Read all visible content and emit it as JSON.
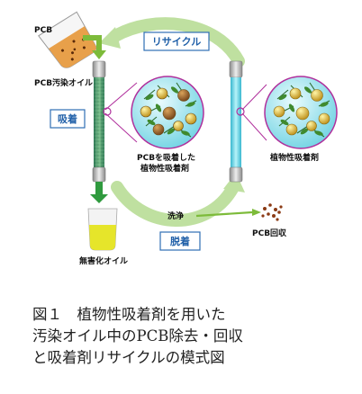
{
  "labels": {
    "pcb": "PCB",
    "contaminated_oil": "PCB汚染オイル",
    "recycle": "リサイクル",
    "adsorption": "吸着",
    "adsorbed_agent": [
      "PCBを吸着した",
      "植物性吸着剤"
    ],
    "plant_agent": "植物性吸着剤",
    "wash": "洗浄",
    "desorption": "脱着",
    "detoxified_oil": "無害化オイル",
    "pcb_recovery": "PCB回収"
  },
  "caption": {
    "lines": [
      "図１　植物性吸着剤を用いた",
      "汚染オイル中のPCB除去・回収",
      "と吸着剤リサイクルの模式図"
    ]
  },
  "colors": {
    "arrow_green": "#7dbb3a",
    "box_border": "#2f6fb5",
    "column_left": "#4a9a6a",
    "column_right": "#5ed6e6",
    "oil_orange": "#e8a04a",
    "detox_yellow": "#e6e52a",
    "magnifier": "#b0309c"
  }
}
